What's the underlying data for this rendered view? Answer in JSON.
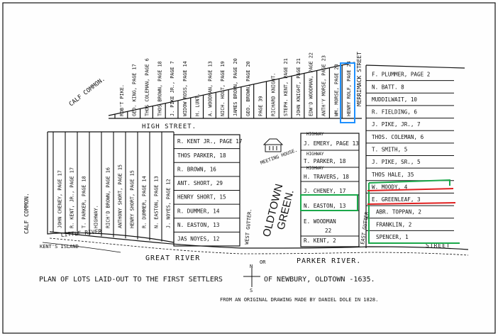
{
  "labels": {
    "calf_common_top": "CALF COMMON.",
    "calf_common_left": "CALF COMMON.",
    "high_street": "HIGH STREET.",
    "merrimack_street": "MERRIMACK STREET",
    "street": "STREET",
    "highway": "HIGHWAY",
    "highway2": "HIGHWAY",
    "highway3": "HIGHWAY",
    "little_river": "LITTLE RIVER",
    "great_river": "GREAT RIVER",
    "or": "OR",
    "parker_river": "PARKER RIVER.",
    "kents_island": "KENT'S ISLAND",
    "west_gutter": "WEST GUTTER.",
    "east_gutter": "EAST GUTTER.",
    "meeting_house": "MEETING HOUSE.",
    "oldtown_green_1": "OLDTOWN",
    "oldtown_green_2": "GREEN.",
    "title": "PLAN OF LOTS LAID-OUT TO THE FIRST SETTLERS",
    "title2": "OF NEWBURY, OLDTOWN -1635.",
    "compass_n": "N",
    "compass_s": "S",
    "source": "FROM AN ORIGINAL DRAWING MADE BY DANIEL DOLE IN 1828."
  },
  "top_lots": [
    "ROB'T PIKE.",
    "GEO. KING, PAGE 17",
    "THOS COLEMAN, PAGE 6",
    "THOS BROWN, PAGE 18",
    "J. PIKE JR., PAGE 7",
    "WIDOW ROSS, PAGE 14",
    "H. LUNT.",
    "A. WOODMAN, PAGE 13",
    "NICH. HOLT, PAGE 19",
    "JAMES BROWN, PAGE 20",
    "GEO. BROWN, PAGE 20",
    "PAGE 39",
    "RICHARD KNIGHT.",
    "STEPH. KENT, PAGE 21",
    "JOHN KNIGHT, PAGE 21",
    "EDW'D WOODMAN, PAGE 22",
    "ANTH'Y MORSE, PAGE 23",
    "WM. MORSE, PAGE 23",
    "HENRY ROLF, PAGE 24"
  ],
  "right_column": [
    "F. PLUMMER, PAGE 2",
    "N. BATT. 8",
    "MUDDILWAIT, 10",
    "R. FIELDING, 6",
    "J. PIKE, JR., 7",
    "THOS. COLEMAN, 6",
    "T. SMITH, 5",
    "J. PIKE, SR., 5",
    "THOS HALE, 35",
    "W. MOODY, 4",
    "E. GREENLEAF, 3",
    "ABR. TOPPAN, 2",
    "FRANKLIN, 2",
    "SPENCER, 1"
  ],
  "left_lots": [
    "JOHN CHENEY, PAGE 17",
    "R. KENT, JR., PAGE 17",
    "T. PARKER, PAGE 18",
    "HIGHWAY.",
    "RICH'D BROWN, PAGE 16",
    "ANTHONY SHORT, PAGE 15",
    "HENRY SHORT, PAGE 15",
    "R. DUMMER, PAGE 14",
    "N. EASTON, PAGE 13",
    "J. NOYES, PAGE 12"
  ],
  "middle_rows": [
    "R. KENT JR., PAGE 17",
    "THOS PARKER, 18",
    "R. BROWN, 16",
    "ANT. SHORT, 29",
    "HENRY SHORT, 15",
    "R. DUMMER, 14",
    "N. EASTON, 13",
    "JAS NOYES, 12"
  ],
  "center_column": [
    "J. EMERY, PAGE 13",
    "T. PARKER, 18",
    "H. TRAVERS, 18",
    "J. CHENEY, 17",
    "N. EASTON, 13",
    "E. WOODMAN",
    "22",
    "R. KENT, 2"
  ],
  "highlight_colors": {
    "blue": "#1e90ff",
    "green": "#1aa84a",
    "red": "#e02020"
  }
}
